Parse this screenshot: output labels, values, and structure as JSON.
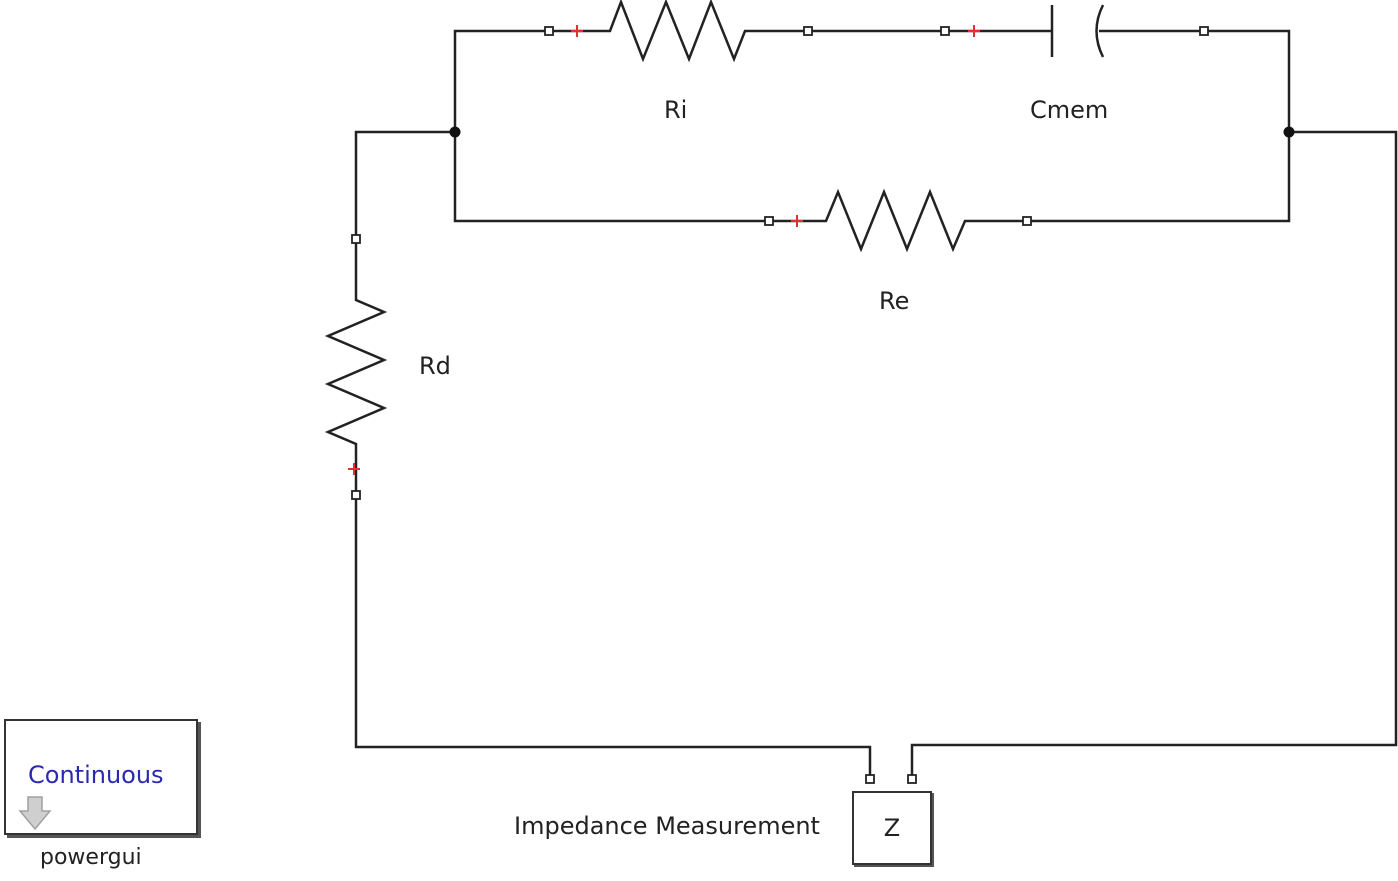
{
  "components": {
    "ri": {
      "label": "Ri"
    },
    "cmem": {
      "label": "Cmem"
    },
    "re": {
      "label": "Re"
    },
    "rd": {
      "label": "Rd"
    }
  },
  "impedance_block": {
    "symbol": "Z",
    "label": "Impedance Measurement"
  },
  "powergui": {
    "mode": "Continuous",
    "name": "powergui"
  },
  "colors": {
    "wire": "#222222",
    "polarity_marker": "#e03030",
    "powergui_text": "#2a2ab0"
  }
}
